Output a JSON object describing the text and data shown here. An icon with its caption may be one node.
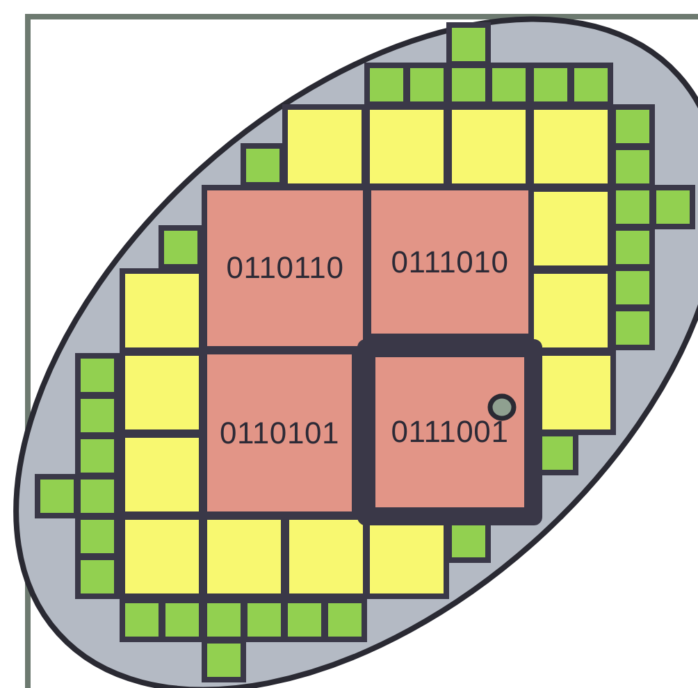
{
  "diagram": {
    "nodes": [
      {
        "text": [
          "0110110"
        ]
      },
      {
        "text": [
          "0111010"
        ]
      },
      {
        "text": [
          "0110101"
        ]
      },
      {
        "text": [
          "0111001"
        ]
      }
    ]
  }
}
